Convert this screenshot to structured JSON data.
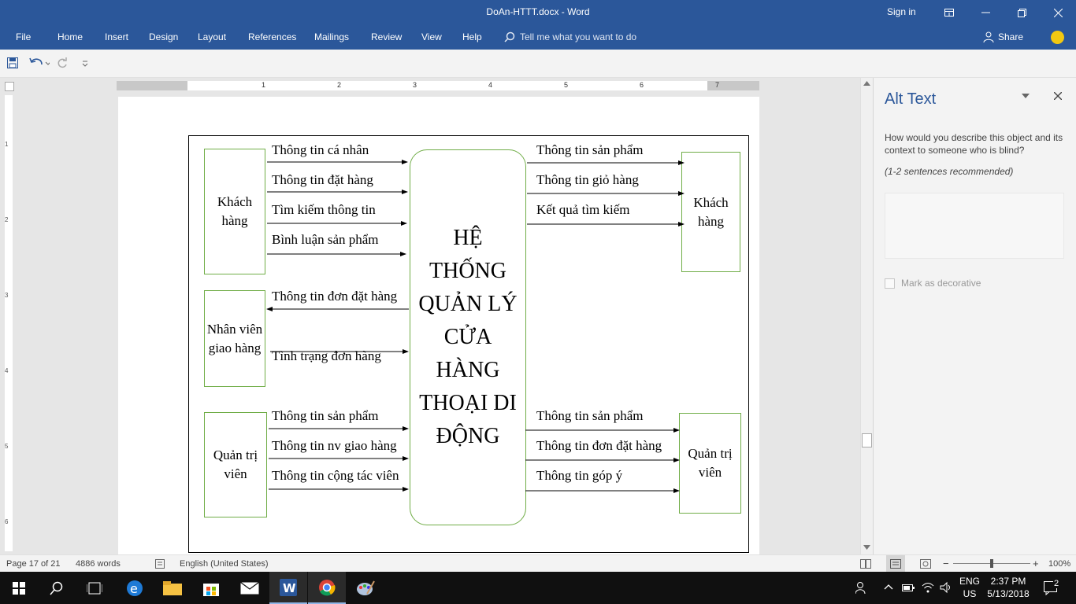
{
  "window": {
    "title": "DoAn-HTTT.docx  -  Word",
    "signin": "Sign in"
  },
  "ribbon": {
    "tabs": [
      "File",
      "Home",
      "Insert",
      "Design",
      "Layout",
      "References",
      "Mailings",
      "Review",
      "View",
      "Help"
    ],
    "tell_me": "Tell me what you want to do",
    "share": "Share"
  },
  "ruler": {
    "numbers": [
      "1",
      "2",
      "3",
      "4",
      "5",
      "6",
      "7"
    ],
    "vnumbers": [
      "1",
      "2",
      "3",
      "4",
      "5",
      "6"
    ]
  },
  "diagram": {
    "system": "HỆ THỐNG QUẢN LÝ CỬA HÀNG THOẠI DI ĐỘNG",
    "entities": {
      "customer_left": "Khách hàng",
      "delivery": "Nhân viên giao hàng",
      "admin_left": "Quản trị viên",
      "customer_right": "Khách hàng",
      "admin_right": "Quản trị viên"
    },
    "flows": {
      "f1": "Thông tin cá nhân",
      "f2": "Thông tin đặt hàng",
      "f3": "Tìm kiếm thông tin",
      "f4": "Bình luận sản phẩm",
      "f5": "Thông tin sản phẩm",
      "f6": "Thông tin giỏ hàng",
      "f7": "Kết quả tìm kiếm",
      "f8": "Thông tin đơn đặt hàng",
      "f9": "Tình trạng đơn hàng",
      "f10": "Thông tin sản phẩm",
      "f11": "Thông tin nv giao hàng",
      "f12": "Thông tin cộng tác viên",
      "f13": "Thông tin sản phẩm",
      "f14": "Thông tin đơn đặt hàng",
      "f15": "Thông tin góp ý"
    }
  },
  "alt_text": {
    "title": "Alt Text",
    "description": "How would you describe this object and its context to someone who is blind?",
    "recommend": "(1-2 sentences recommended)",
    "decorative": "Mark as decorative"
  },
  "status": {
    "page": "Page 17 of 21",
    "words": "4886 words",
    "language": "English (United States)",
    "zoom": "100%"
  },
  "taskbar": {
    "lang": "ENG",
    "region": "US",
    "time": "2:37 PM",
    "date": "5/13/2018",
    "notifications": "2"
  }
}
